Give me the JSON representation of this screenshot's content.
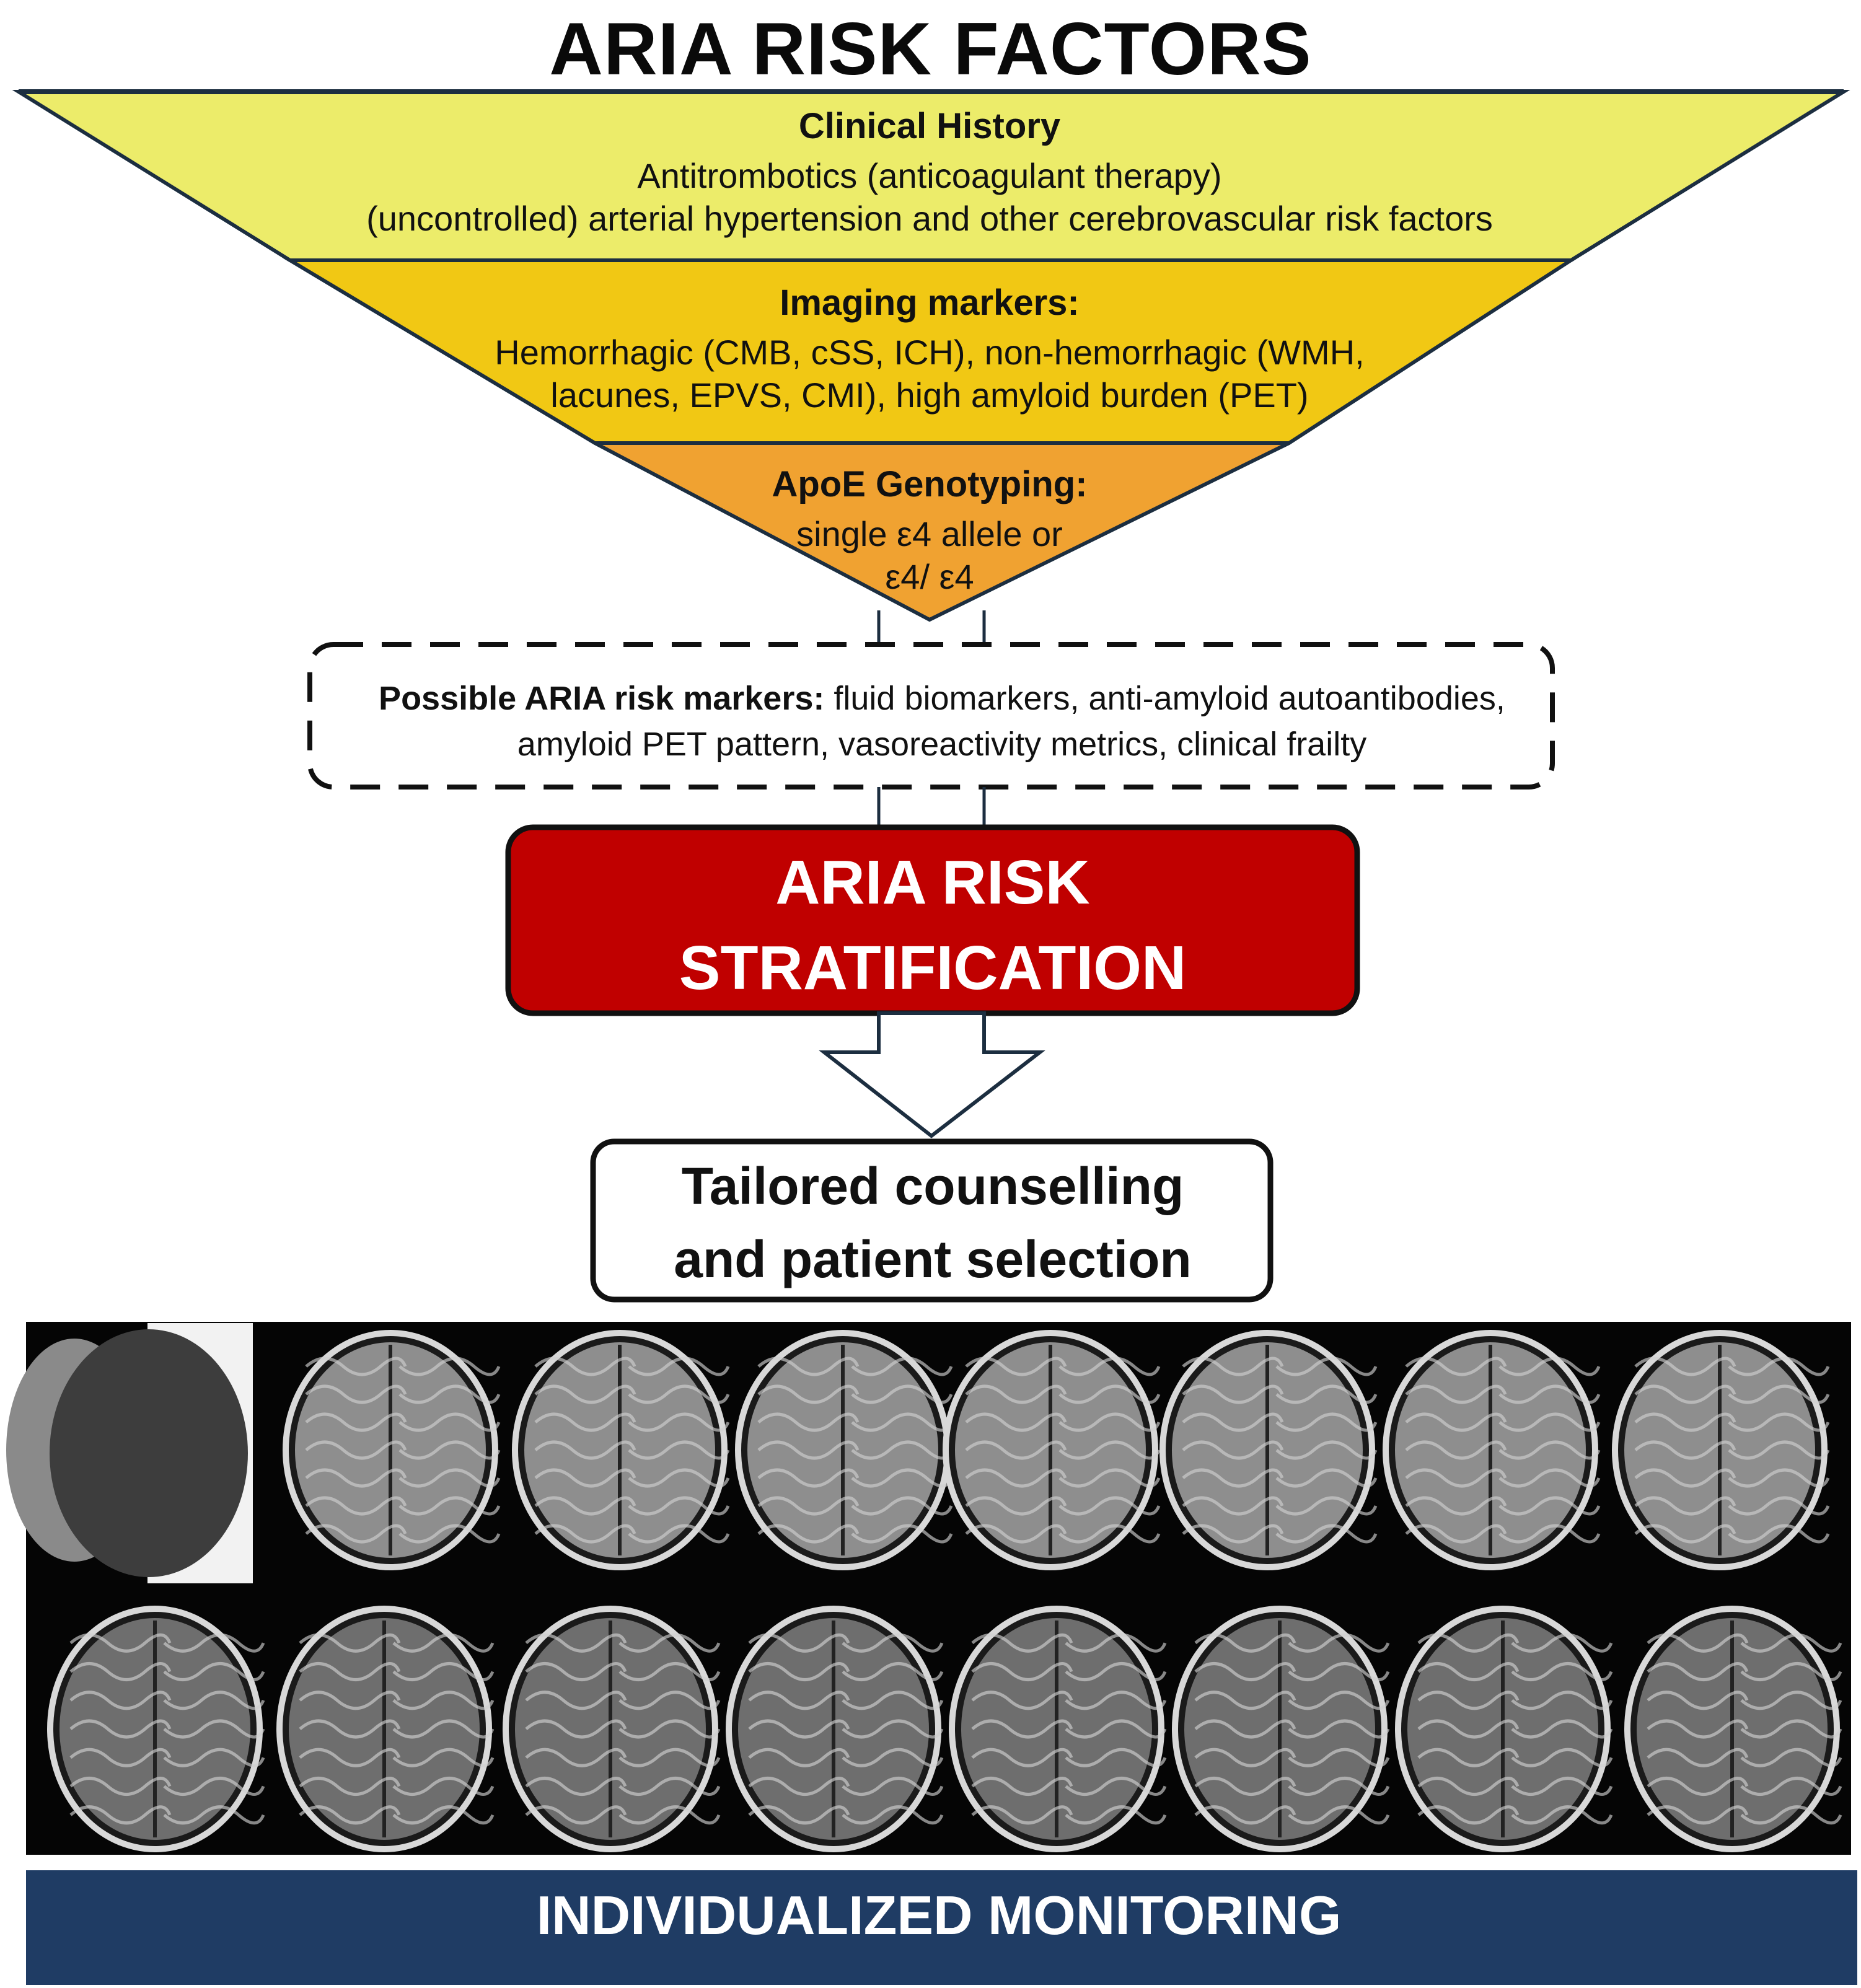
{
  "title": "ARIA RISK FACTORS",
  "funnel": {
    "layers": [
      {
        "title": "Clinical History",
        "lines": [
          "Antitrombotics (anticoagulant therapy)",
          "(uncontrolled) arterial hypertension and other cerebrovascular risk factors"
        ],
        "color": "#ecec6a"
      },
      {
        "title": "Imaging markers:",
        "lines": [
          "Hemorrhagic (CMB, cSS, ICH), non-hemorrhagic (WMH,",
          "lacunes, EPVS, CMI), high amyloid burden (PET)"
        ],
        "color": "#f1c814"
      },
      {
        "title": "ApoE Genotyping:",
        "lines": [
          "single ε4 allele or",
          "ε4/ ε4"
        ],
        "color": "#f0a231"
      }
    ]
  },
  "possible_markers": {
    "label": "Possible ARIA risk markers:",
    "text": " fluid biomarkers, anti-amyloid autoantibodies,",
    "text2": "amyloid PET pattern, vasoreactivity metrics, clinical frailty"
  },
  "stratification": {
    "line1": "ARIA RISK",
    "line2": "STRATIFICATION",
    "color": "#c00000"
  },
  "outcome": {
    "line1": "Tailored counselling",
    "line2": "and patient selection"
  },
  "monitoring": {
    "label": "INDIVIDUALIZED MONITORING",
    "color": "#1f3c64"
  }
}
